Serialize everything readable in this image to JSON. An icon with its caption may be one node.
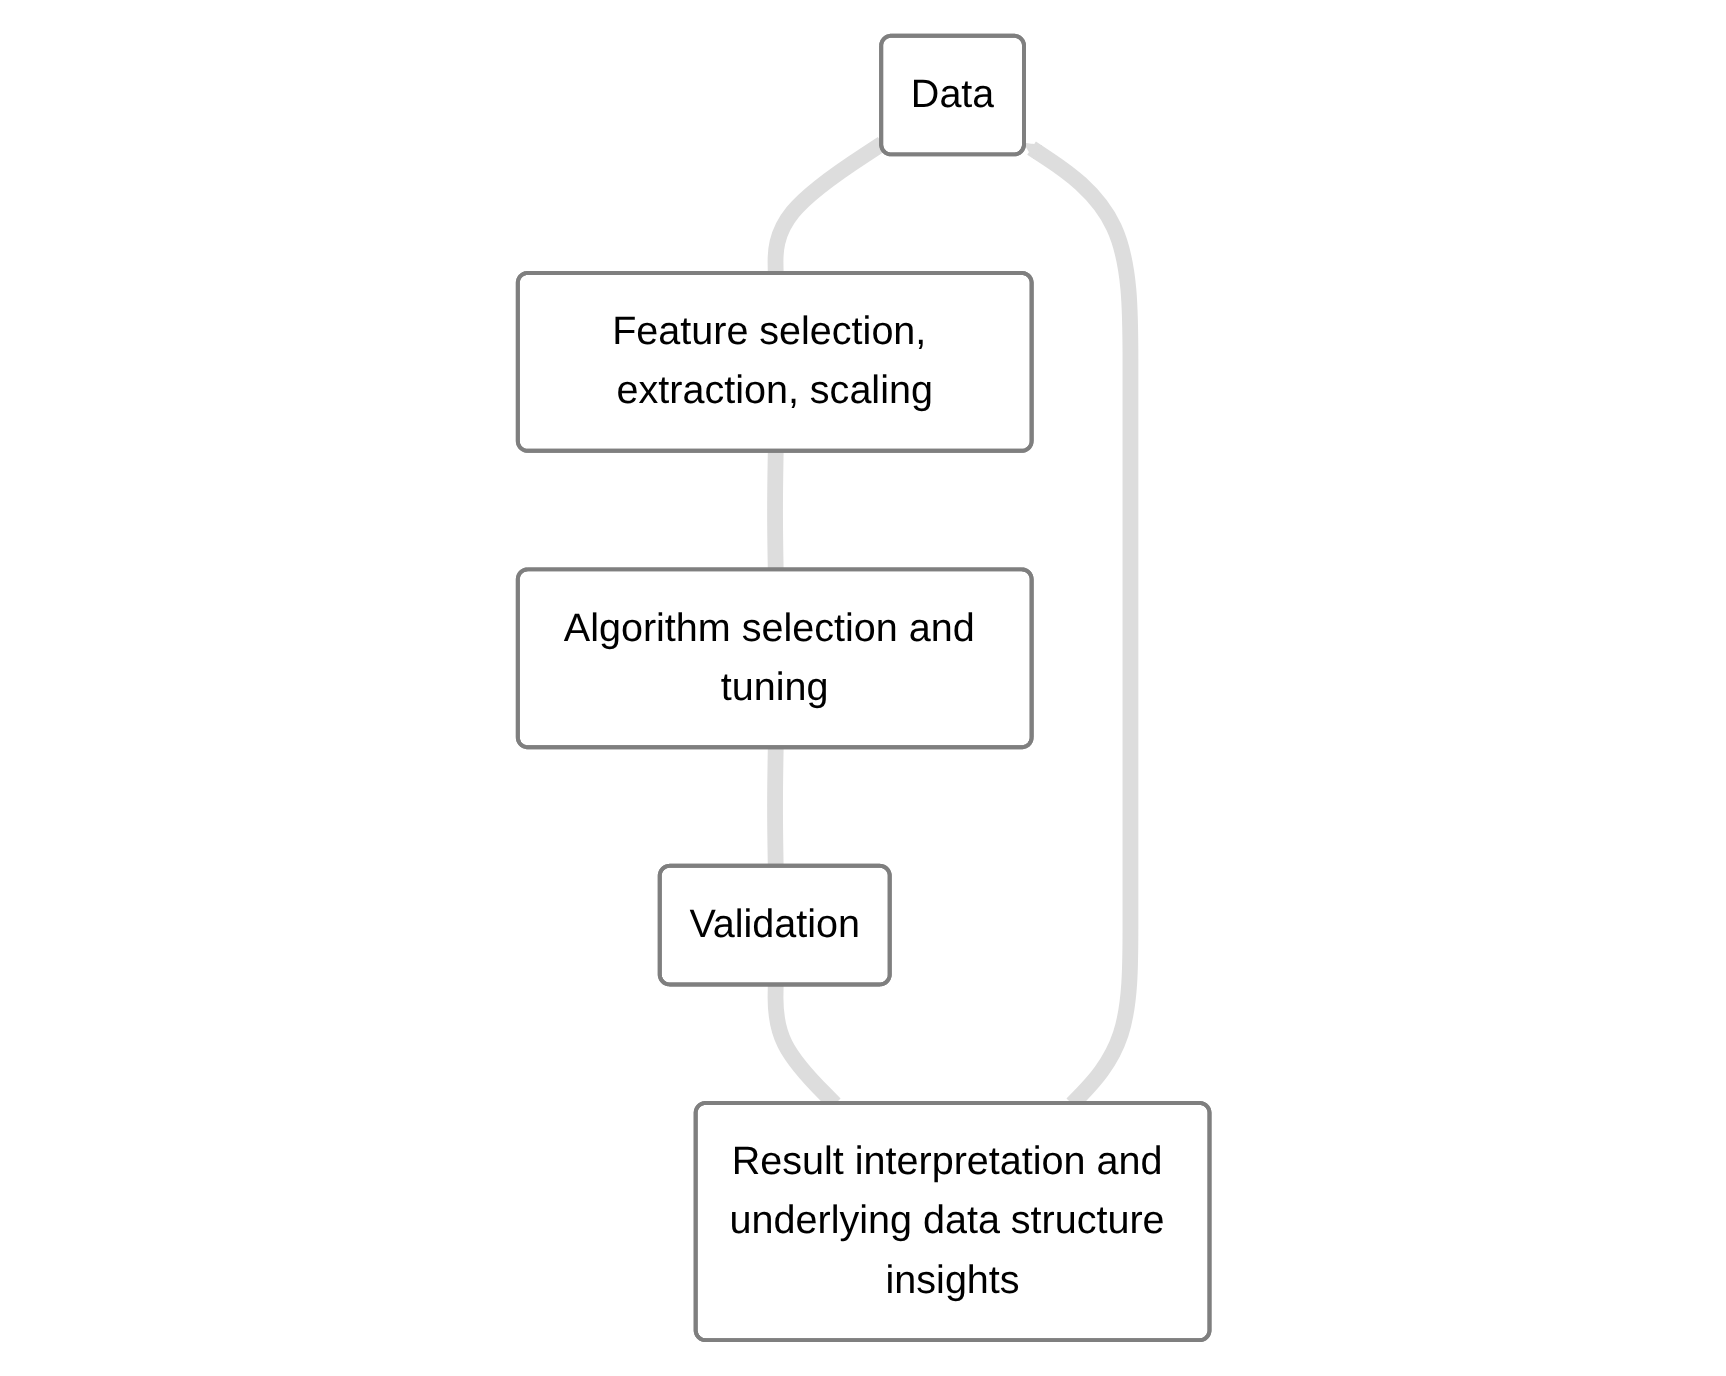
{
  "diagram": {
    "nodes": [
      {
        "text": [
          "Data"
        ]
      },
      {
        "text": [
          "Feature selection, extraction, scaling"
        ]
      },
      {
        "text": [
          "Algorithm selection and tuning"
        ]
      },
      {
        "text": [
          "Validation"
        ]
      },
      {
        "text": [
          "Result interpretation and underlying data structure insights"
        ]
      }
    ],
    "edges": [
      {
        "from": 0,
        "to": 1,
        "arrow": "none"
      },
      {
        "from": 1,
        "to": 2,
        "arrow": "none"
      },
      {
        "from": 2,
        "to": 3,
        "arrow": "none"
      },
      {
        "from": 3,
        "to": 4,
        "arrow": "none"
      },
      {
        "from": 4,
        "to": 0,
        "arrow": "to"
      }
    ]
  }
}
